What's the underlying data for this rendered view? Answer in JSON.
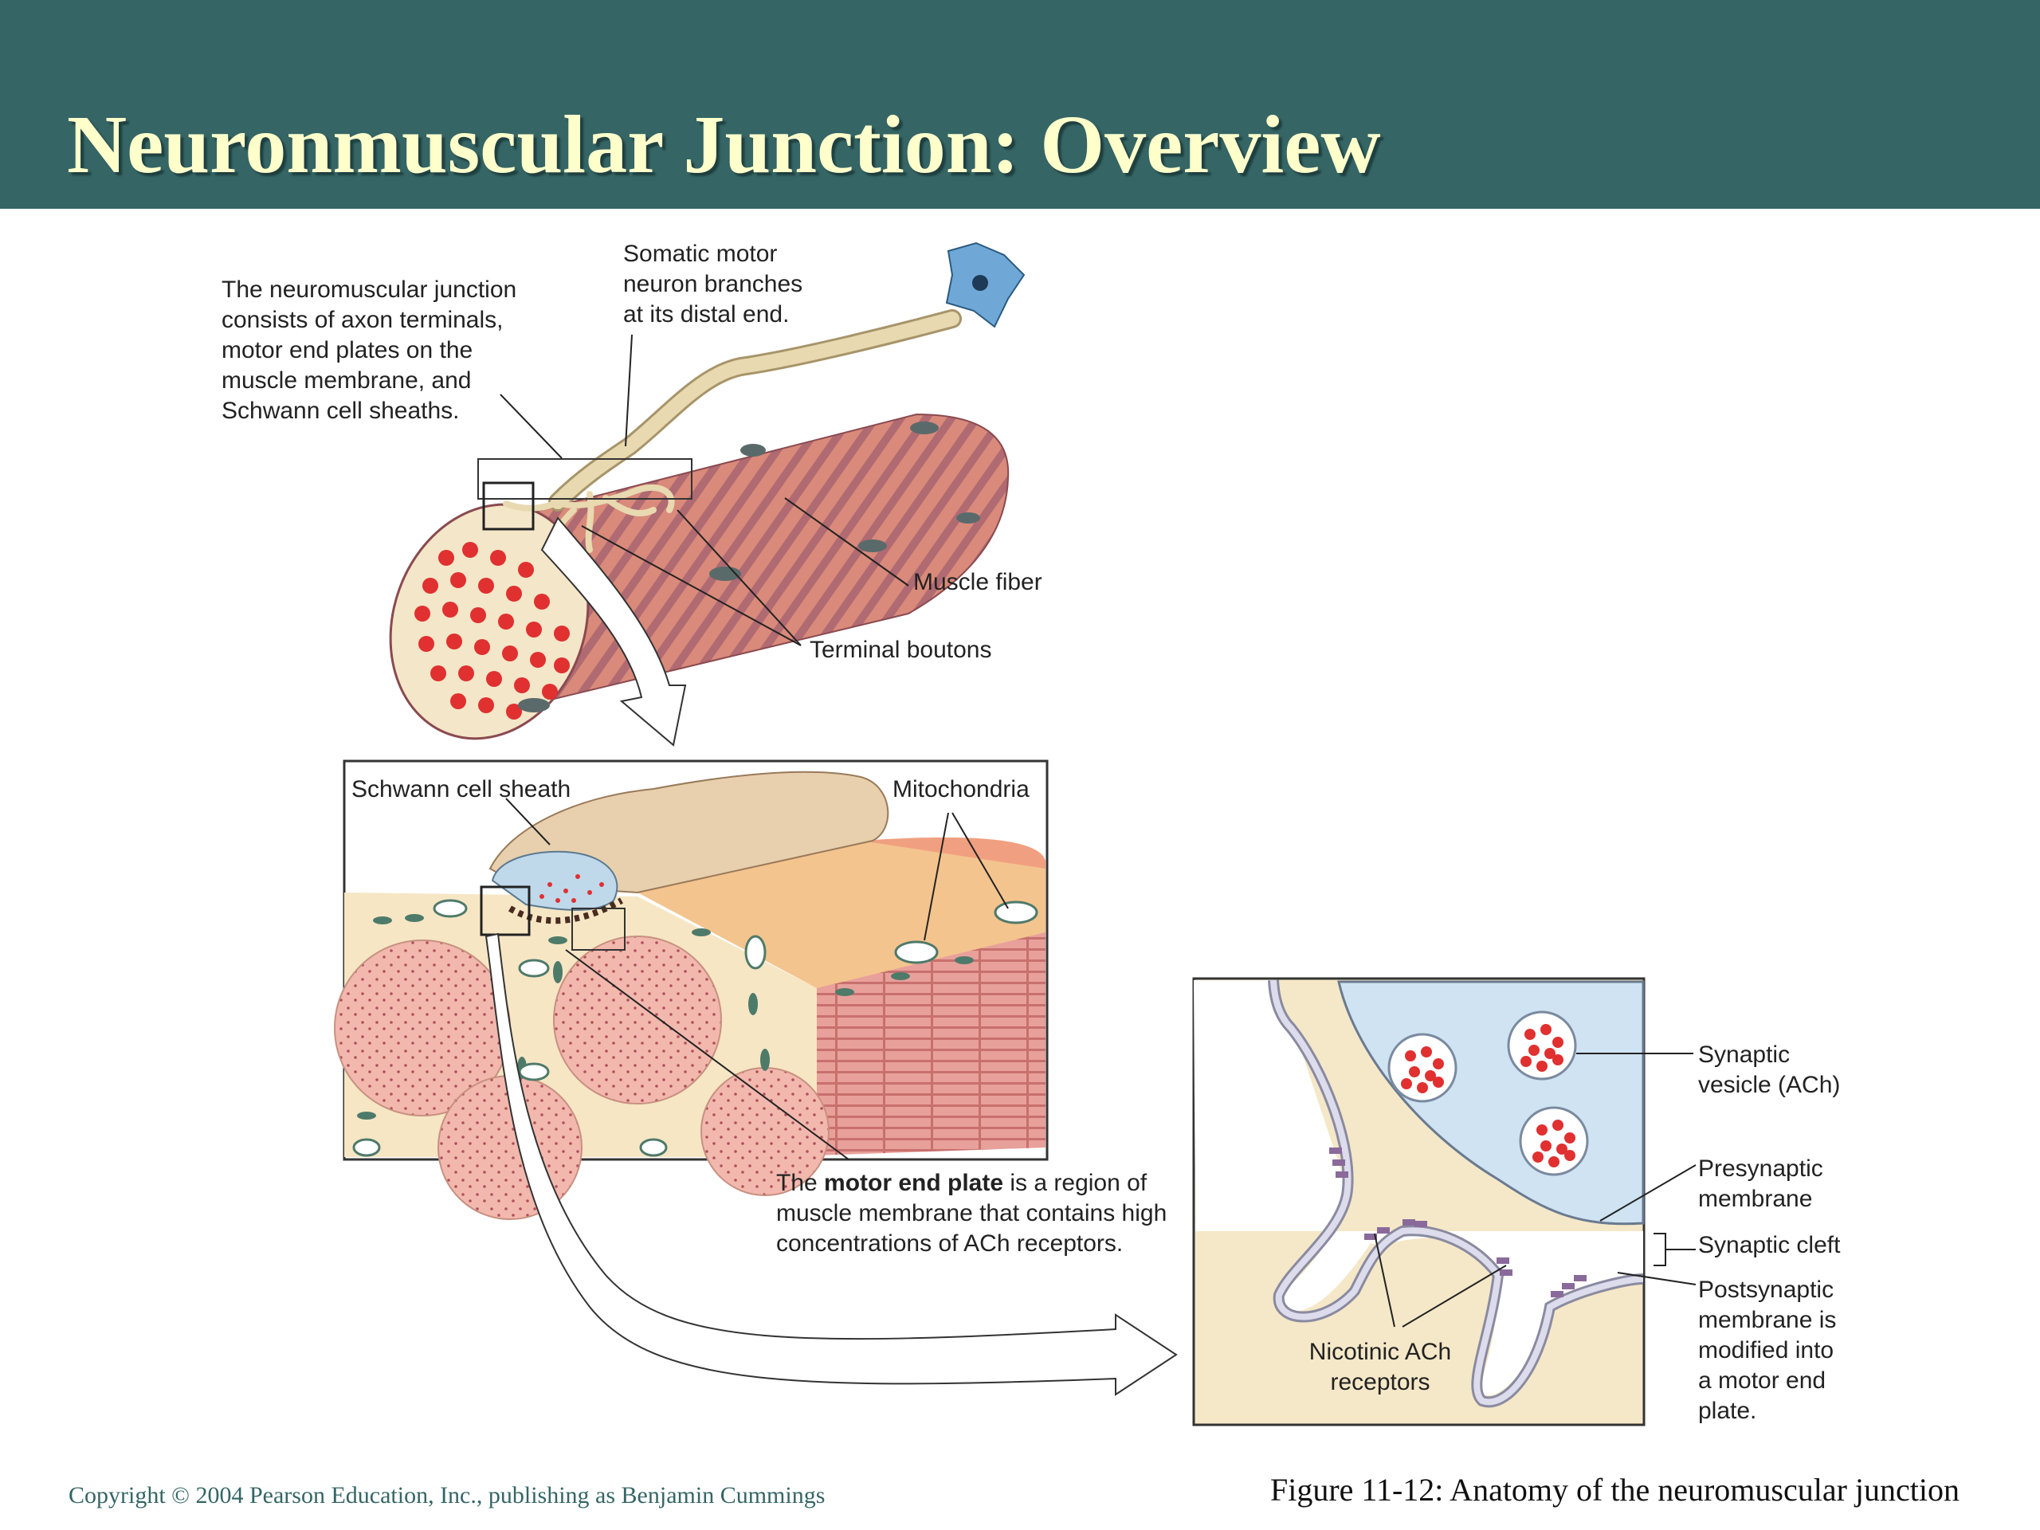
{
  "title": "Neuronmuscular Junction: Overview",
  "labels": {
    "intro_lines": [
      "The neuromuscular junction",
      "consists of axon terminals,",
      "motor end plates on the",
      "muscle membrane, and",
      "Schwann cell sheaths."
    ],
    "somatic_lines": [
      "Somatic motor",
      "neuron branches",
      "at its distal end."
    ],
    "muscle_fiber": "Muscle fiber",
    "terminal_boutons": "Terminal boutons",
    "schwann_cell_sheath": "Schwann cell sheath",
    "mitochondria": "Mitochondria",
    "motor_end_plate_pre": "The ",
    "motor_end_plate_bold": "motor end plate",
    "motor_end_plate_post": " is a region of muscle membrane that contains high concentrations of ACh receptors.",
    "synaptic_vesicle_lines": [
      "Synaptic",
      "vesicle (ACh)"
    ],
    "presynaptic_lines": [
      "Presynaptic",
      "membrane"
    ],
    "synaptic_cleft": "Synaptic cleft",
    "postsynaptic_lines": [
      "Postsynaptic",
      "membrane is",
      "modified into",
      "a motor end",
      "plate."
    ],
    "nicotinic_lines": [
      "Nicotinic ACh",
      "receptors"
    ]
  },
  "copyright": "Copyright © 2004 Pearson Education, Inc., publishing as Benjamin Cummings",
  "caption": "Figure 11-12: Anatomy of the neuromuscular junction",
  "colors": {
    "header": "#356565",
    "title": "#FFFFCC",
    "muscle": "#D98A7A",
    "muscle_stripe": "#A85E6A",
    "cell_body": "#6FA8D6",
    "axon": "#E8D9B0",
    "vesicle_dot": "#E03030",
    "cytoplasm": "#F5E8C8",
    "terminal_fill": "#CFE3F2"
  }
}
